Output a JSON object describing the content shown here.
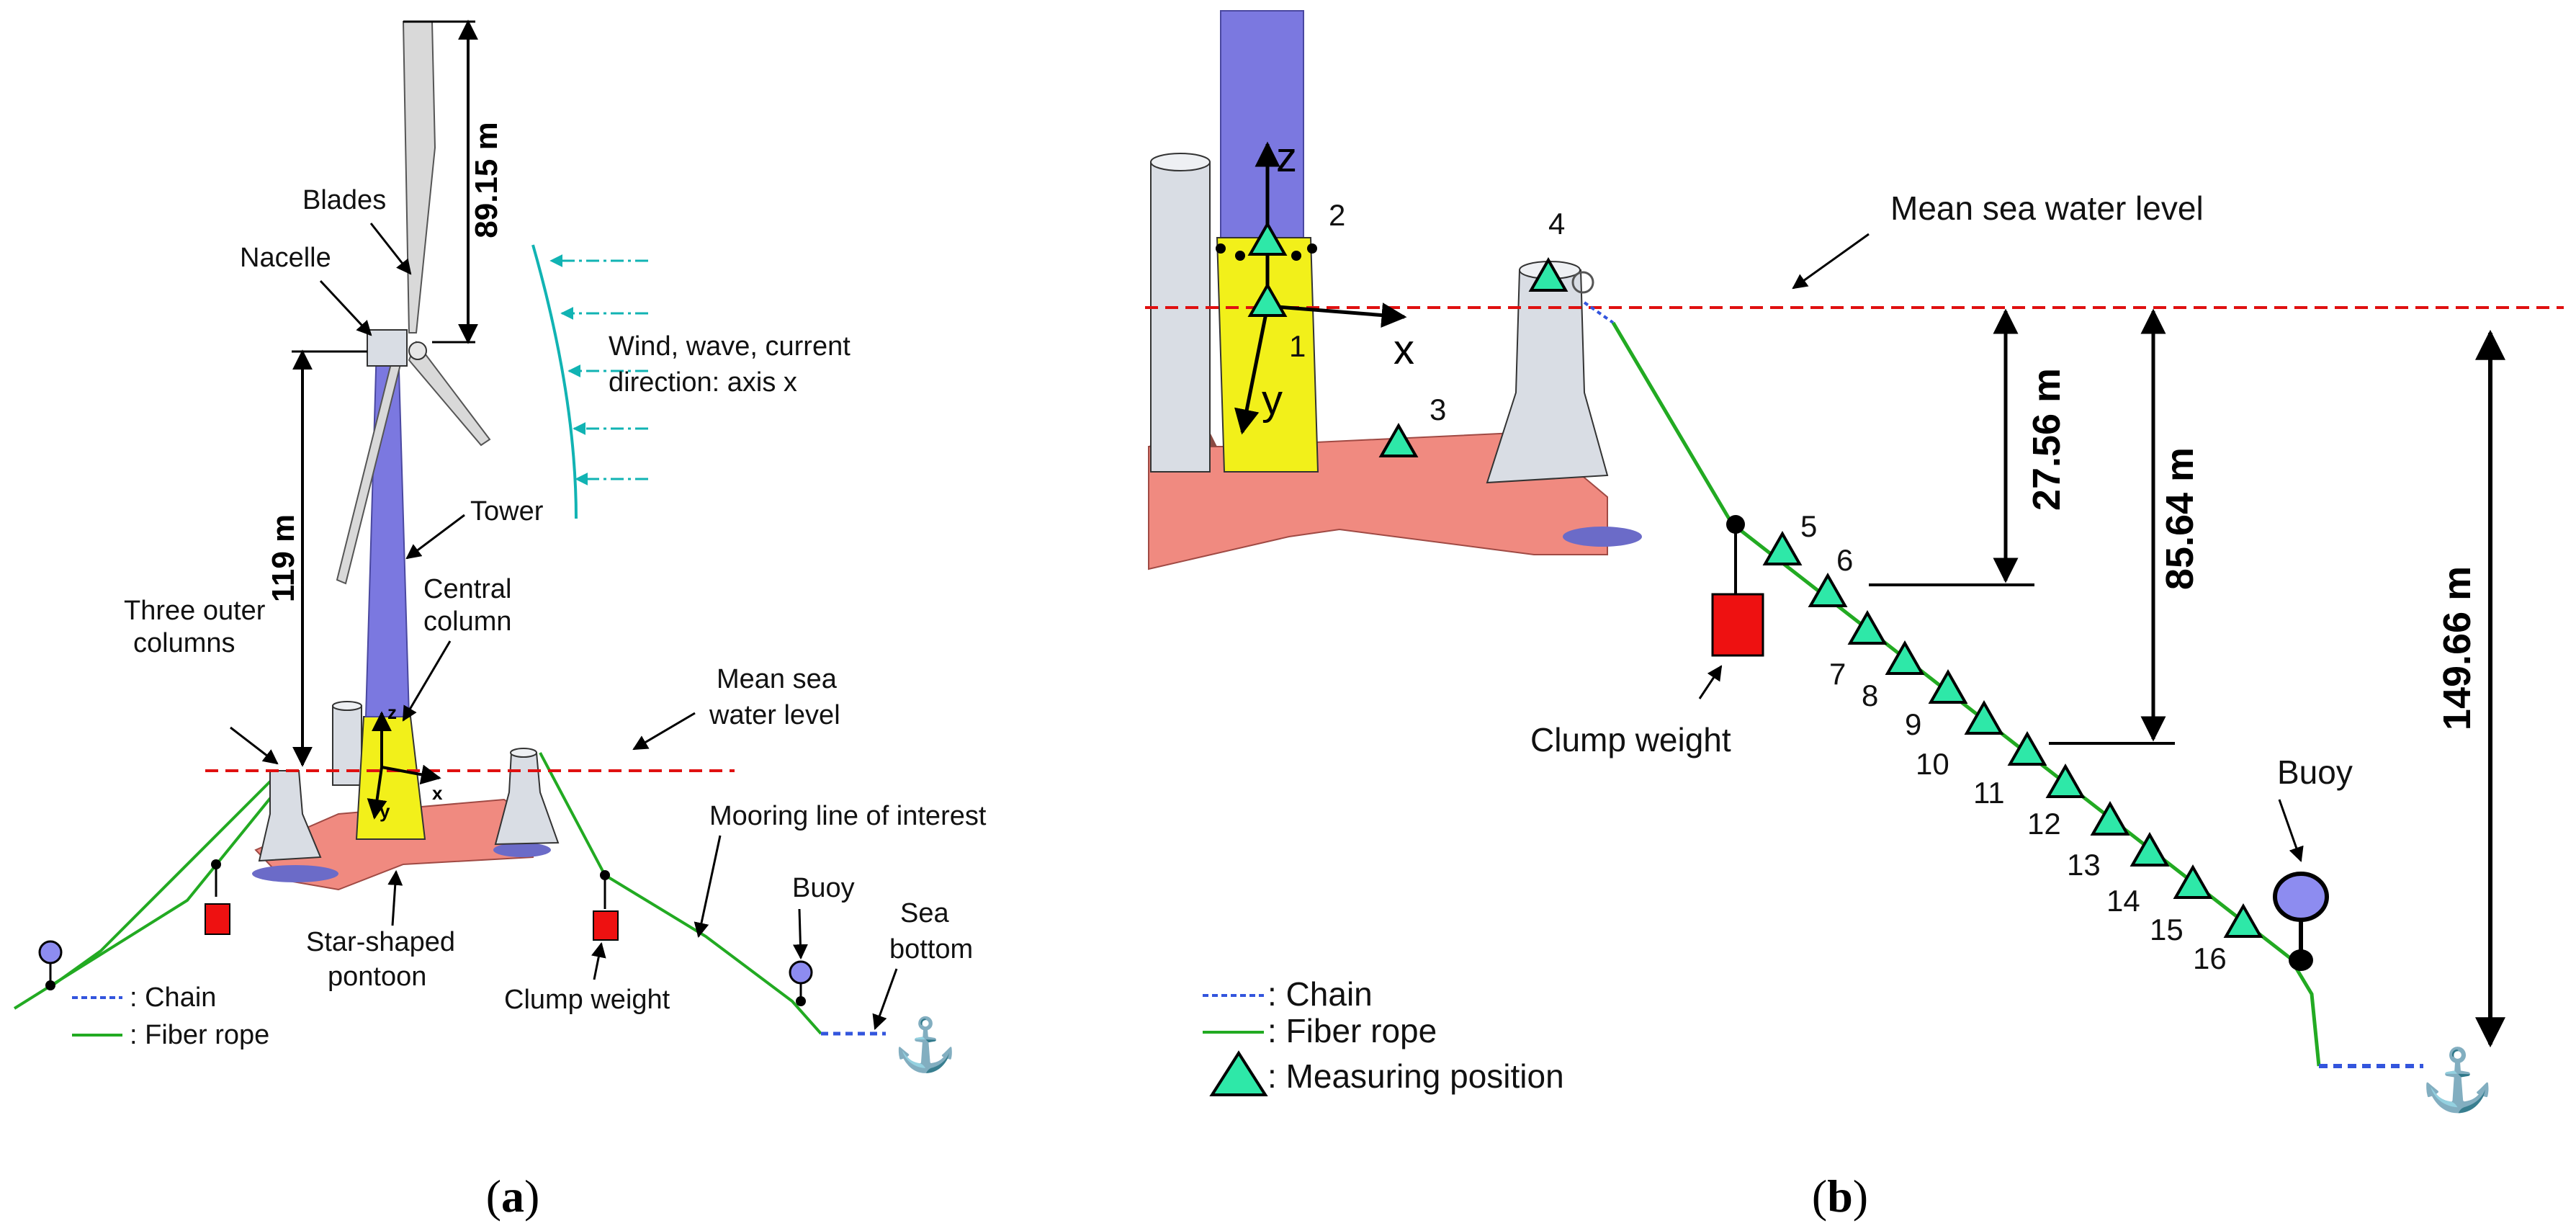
{
  "panel_a": {
    "caption_open": "(",
    "caption_letter": "a",
    "caption_close": ")",
    "labels": {
      "blades": "Blades",
      "nacelle": "Nacelle",
      "tower": "Tower",
      "central_column_1": "Central",
      "central_column_2": "column",
      "outer_columns_1": "Three outer",
      "outer_columns_2": "columns",
      "msl_1": "Mean sea",
      "msl_2": "water level",
      "mooring_line": "Mooring line of interest",
      "buoy": "Buoy",
      "sea_bottom_1": "Sea",
      "sea_bottom_2": "bottom",
      "pontoon_1": "Star-shaped",
      "pontoon_2": "pontoon",
      "clump_weight": "Clump weight",
      "wind_1": "Wind, wave, current",
      "wind_2": "direction: axis x"
    },
    "dimensions": {
      "blade_length": "89.15 m",
      "hub_height": "119 m"
    },
    "axes": {
      "x": "x",
      "y": "y",
      "z": "z"
    },
    "legend": {
      "chain": ": Chain",
      "fiber": ": Fiber rope"
    }
  },
  "panel_b": {
    "caption_open": "(",
    "caption_letter": "b",
    "caption_close": ")",
    "labels": {
      "msl": "Mean sea water level",
      "clump_weight": "Clump weight",
      "buoy": "Buoy"
    },
    "dimensions": {
      "d1": "27.56 m",
      "d2": "85.64 m",
      "d3": "149.66 m"
    },
    "axes": {
      "x": "x",
      "y": "y",
      "z": "z"
    },
    "legend": {
      "chain": ": Chain",
      "fiber": ": Fiber rope",
      "measure": ": Measuring position"
    },
    "markers": [
      "1",
      "2",
      "3",
      "4",
      "5",
      "6",
      "7",
      "8",
      "9",
      "10",
      "11",
      "12",
      "13",
      "14",
      "15",
      "16"
    ]
  },
  "colors": {
    "fiber": "#22aa22",
    "chain": "#3355dd",
    "msl": "#e01010",
    "tower": "#7b78e0",
    "column": "#d9dde4",
    "central": "#f2f01a",
    "pontoon": "#f08a80",
    "marker": "#2ee8a8",
    "clump": "#ee1111",
    "buoy": "#8d8cf0",
    "wind": "#11b3b3"
  }
}
